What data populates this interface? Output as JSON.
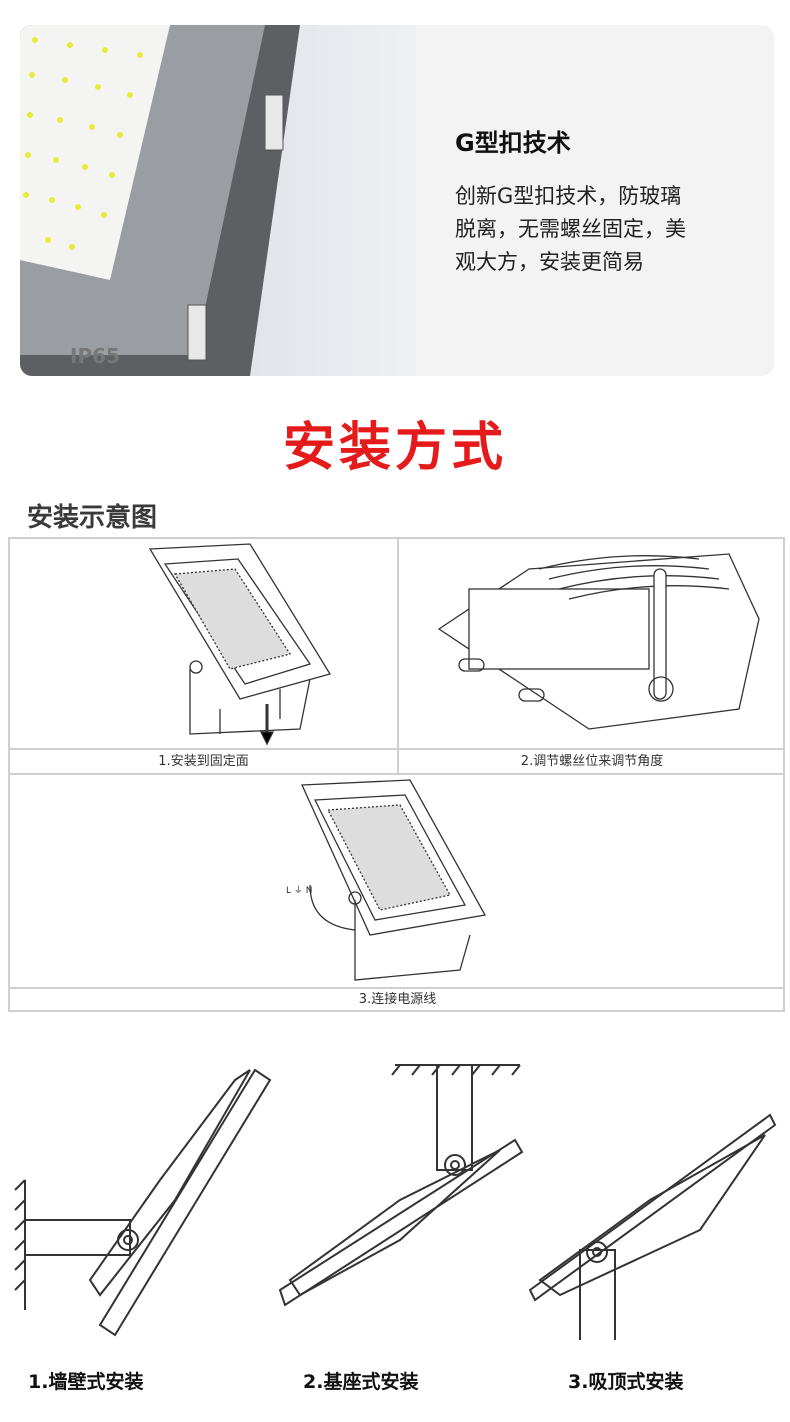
{
  "feature": {
    "title": "G型扣技术",
    "body_lines": [
      "创新G型扣技术，防玻璃",
      "脱离，无需螺丝固定，美",
      "观大方，安装更简易"
    ],
    "photo_label": "IP65"
  },
  "section_title": "安装方式",
  "diagram": {
    "title": "安装示意图",
    "steps": [
      "1.安装到固定面",
      "2.调节螺丝位来调节角度",
      "3.连接电源线"
    ],
    "wire_labels": "L ⏚ N"
  },
  "mounting": {
    "captions": [
      "1.墙壁式安装",
      "2.基座式安装",
      "3.吸顶式安装"
    ]
  },
  "colors": {
    "accent_red": "#e51b1b",
    "card_bg": "#f3f3f3"
  }
}
